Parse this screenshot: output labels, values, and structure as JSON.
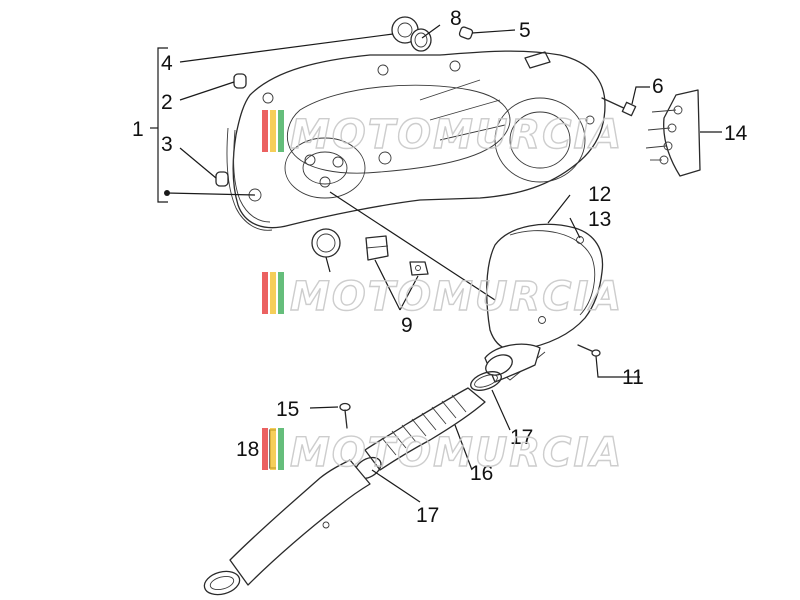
{
  "callouts": [
    {
      "id": "1",
      "text": "1"
    },
    {
      "id": "2",
      "text": "2"
    },
    {
      "id": "3",
      "text": "3"
    },
    {
      "id": "4",
      "text": "4"
    },
    {
      "id": "5",
      "text": "5"
    },
    {
      "id": "6",
      "text": "6"
    },
    {
      "id": "8",
      "text": "8"
    },
    {
      "id": "9",
      "text": "9"
    },
    {
      "id": "11",
      "text": "11"
    },
    {
      "id": "12",
      "text": "12"
    },
    {
      "id": "13",
      "text": "13"
    },
    {
      "id": "14",
      "text": "14"
    },
    {
      "id": "15",
      "text": "15"
    },
    {
      "id": "16",
      "text": "16"
    },
    {
      "id": "17a",
      "text": "17"
    },
    {
      "id": "17b",
      "text": "17"
    },
    {
      "id": "18",
      "text": "18"
    }
  ],
  "watermark": {
    "text": "MOTOMURCIA",
    "colors": [
      "#e63a3a",
      "#f2c230",
      "#3fae5a"
    ]
  }
}
